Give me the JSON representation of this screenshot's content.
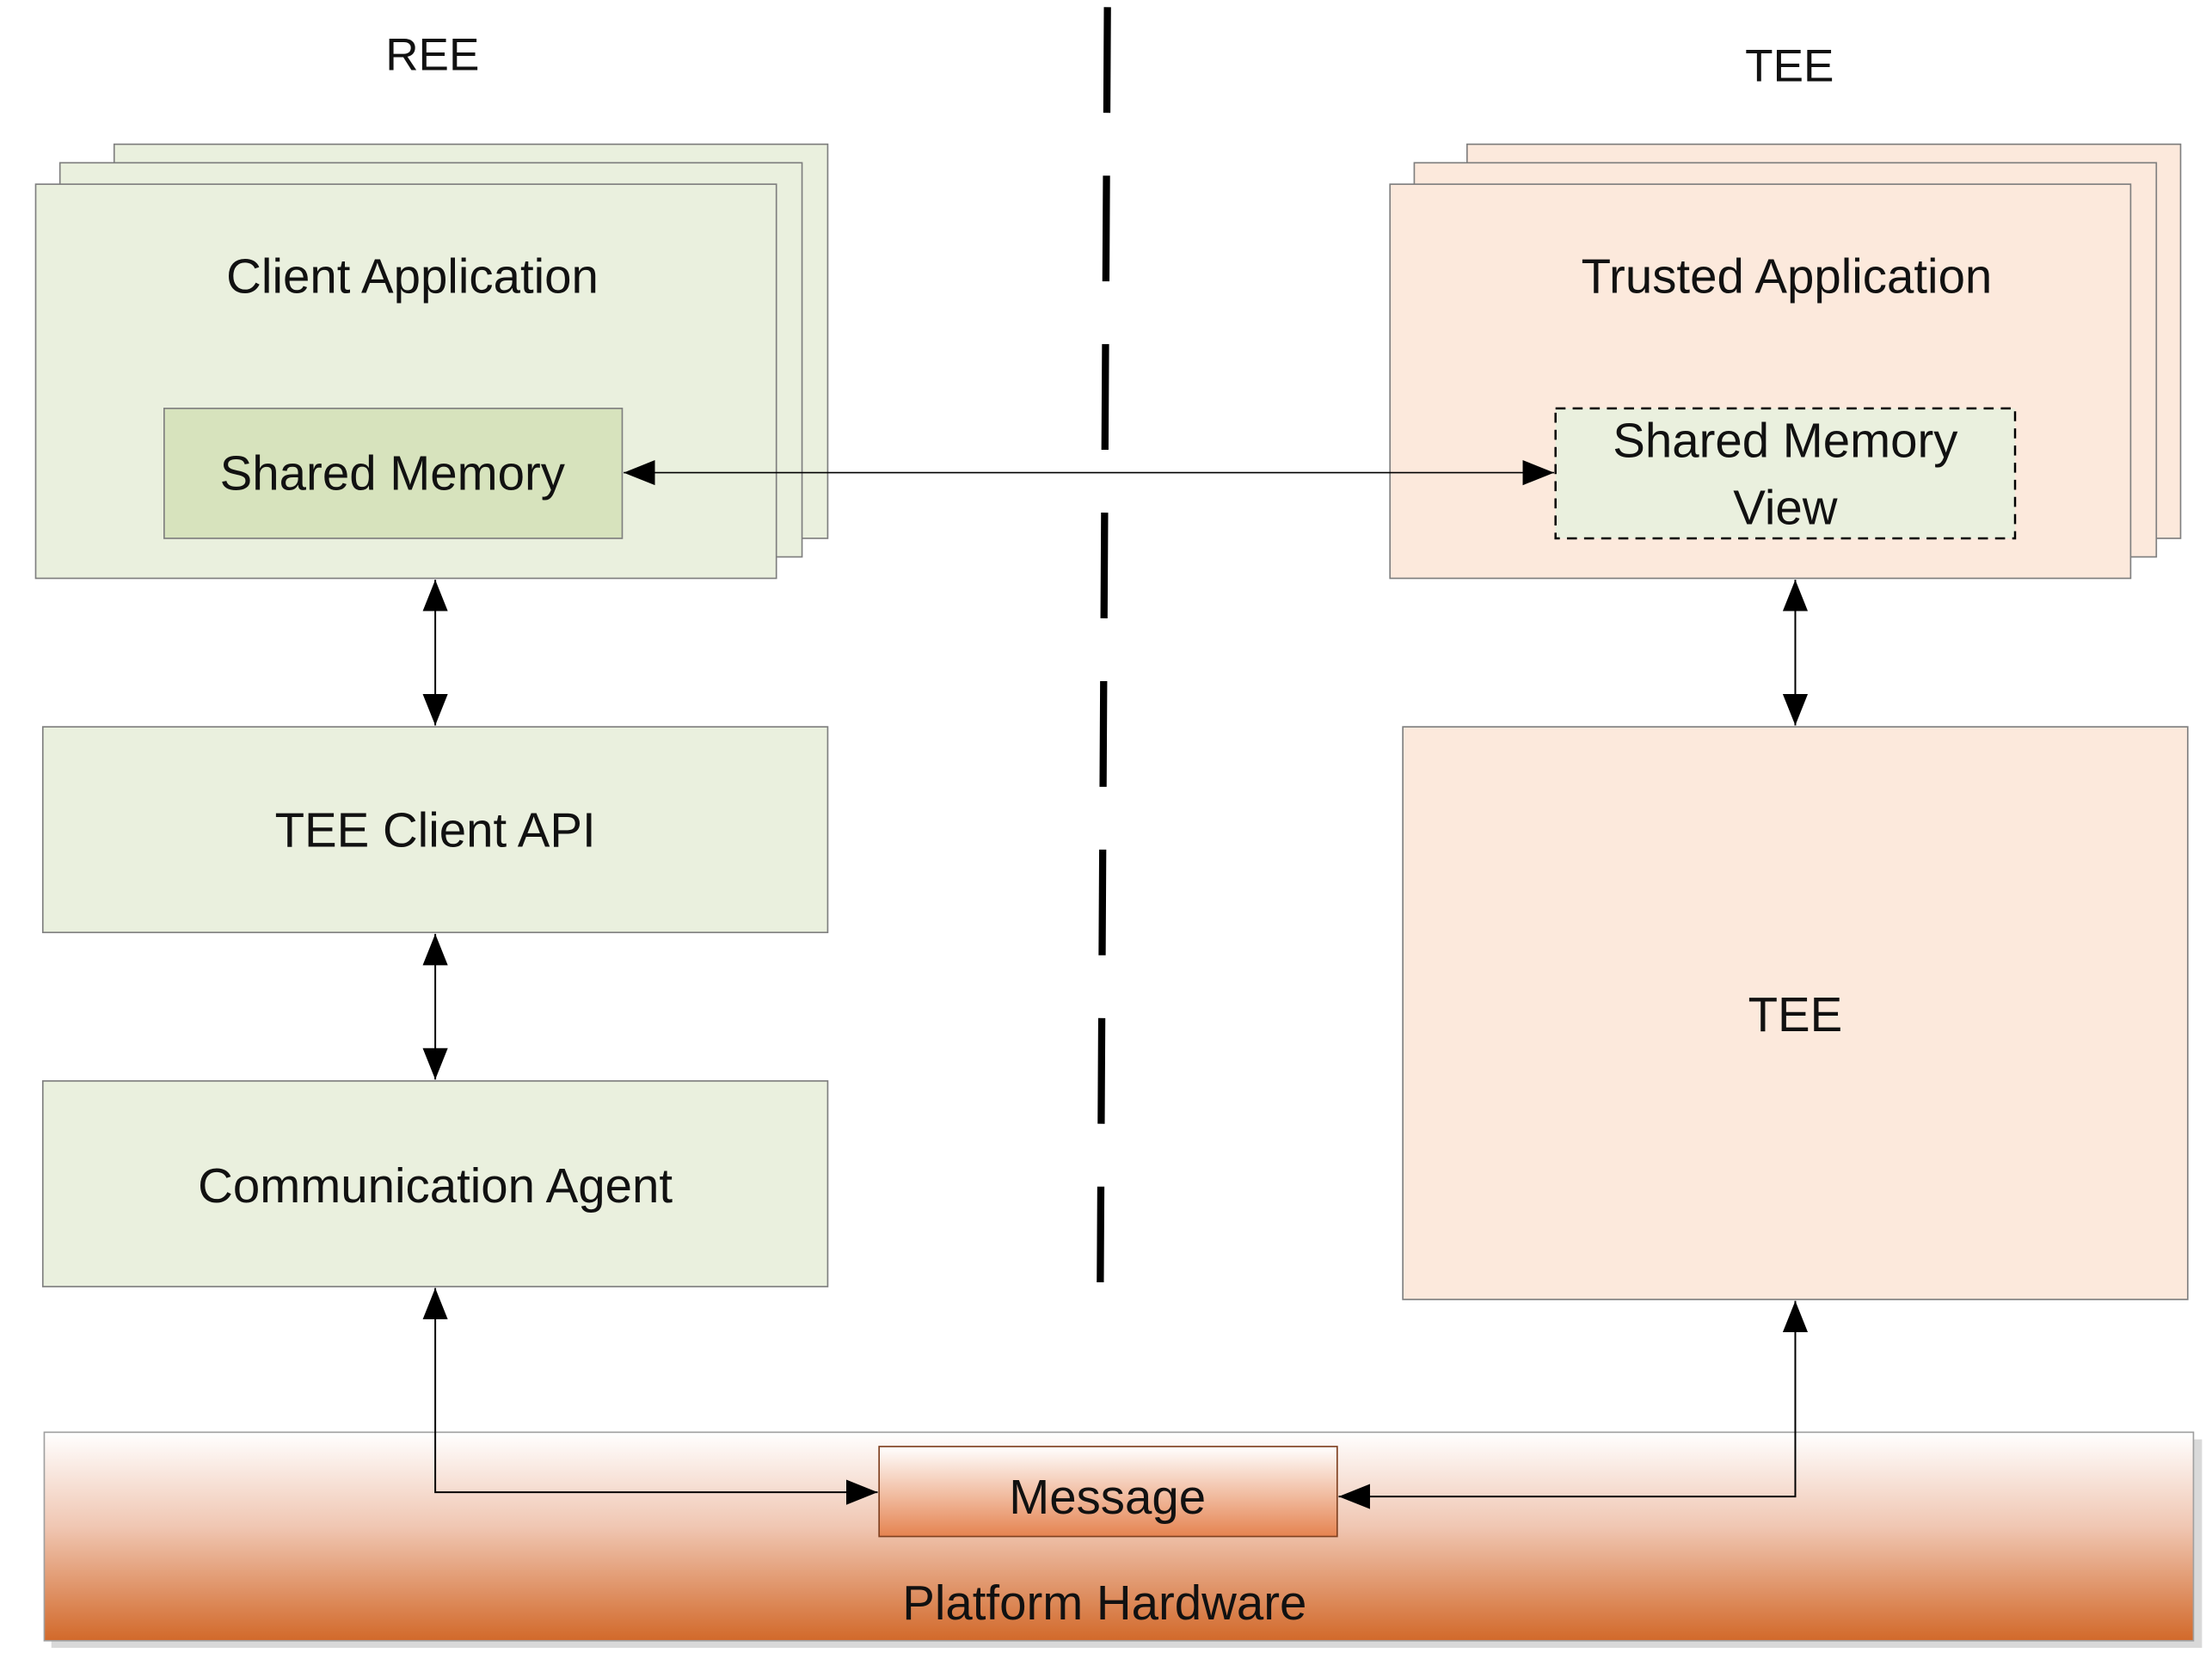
{
  "regions": {
    "ree_label": "REE",
    "tee_label": "TEE"
  },
  "ree": {
    "client_application": "Client Application",
    "shared_memory": "Shared Memory",
    "tee_client_api": "TEE Client API",
    "communication_agent": "Communication Agent"
  },
  "tee": {
    "trusted_application": "Trusted Application",
    "shared_memory_view_line1": "Shared Memory",
    "shared_memory_view_line2": "View",
    "tee_box": "TEE"
  },
  "hardware": {
    "message": "Message",
    "platform_hardware": "Platform Hardware"
  },
  "colors": {
    "ree_fill": "#EAF0DE",
    "ree_dark_fill": "#D7E3BD",
    "tee_fill": "#FCE9DC",
    "hardware_accent": "#D2692A",
    "line": "#000000"
  }
}
